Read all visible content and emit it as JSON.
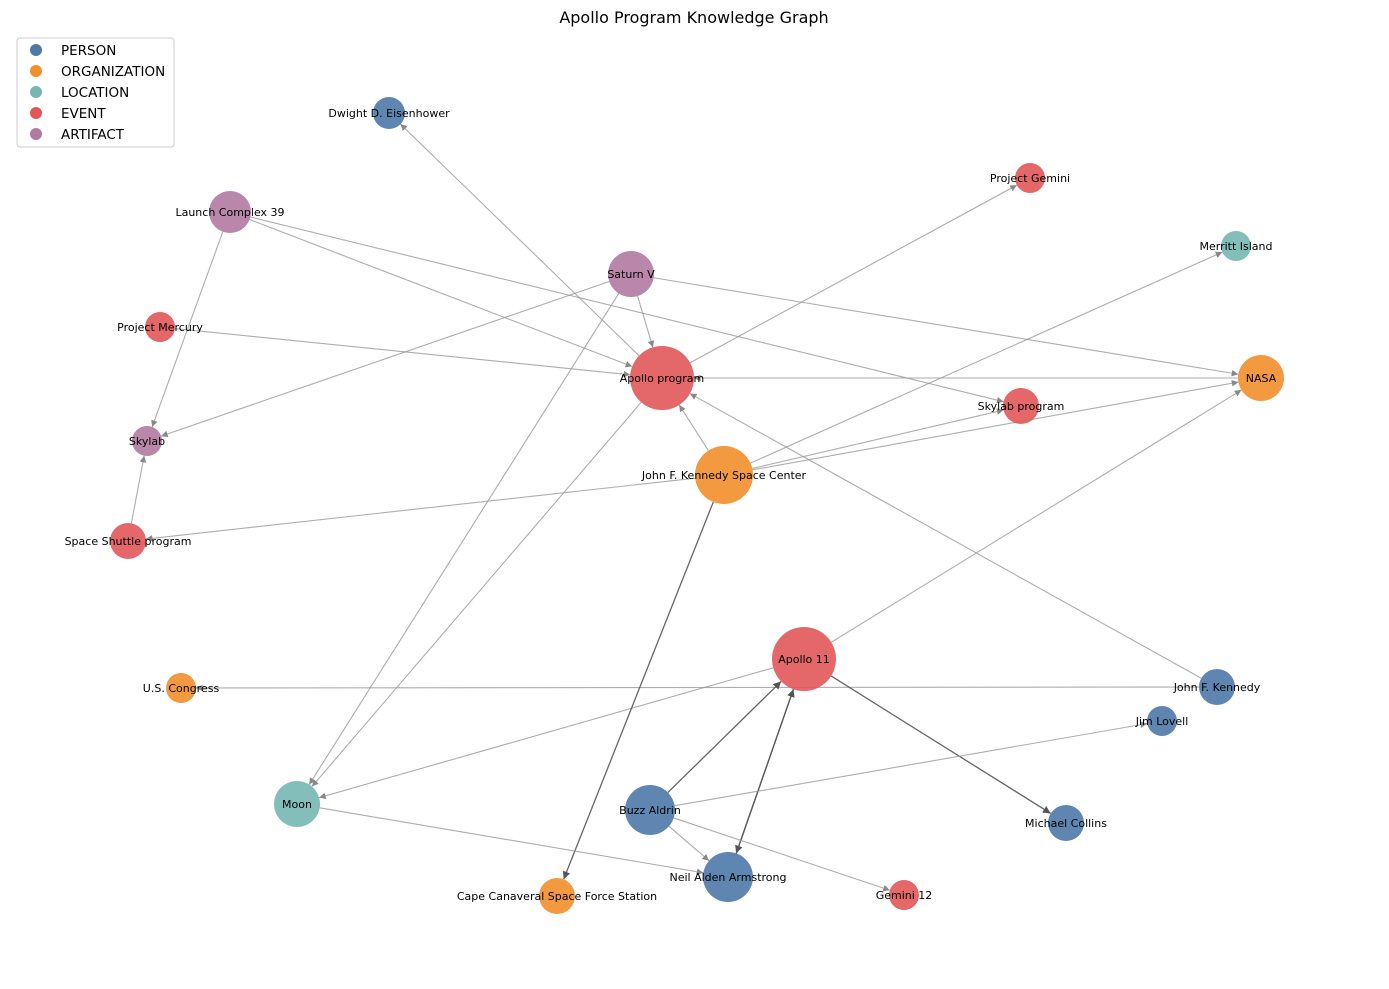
{
  "title": "Apollo Program Knowledge Graph",
  "colors": {
    "PERSON": "#4e79a7",
    "ORGANIZATION": "#f28e2b",
    "LOCATION": "#76b7b2",
    "EVENT": "#e15759",
    "ARTIFACT": "#b07aa1",
    "edge": "#999999",
    "edge_strong": "#555555"
  },
  "legend": [
    {
      "type": "PERSON",
      "label": "PERSON"
    },
    {
      "type": "ORGANIZATION",
      "label": "ORGANIZATION"
    },
    {
      "type": "LOCATION",
      "label": "LOCATION"
    },
    {
      "type": "EVENT",
      "label": "EVENT"
    },
    {
      "type": "ARTIFACT",
      "label": "ARTIFACT"
    }
  ],
  "nodes": [
    {
      "id": "eisenhower",
      "label": "Dwight D. Eisenhower",
      "type": "PERSON"
    },
    {
      "id": "gemini",
      "label": "Project Gemini",
      "type": "EVENT"
    },
    {
      "id": "lc39",
      "label": "Launch Complex 39",
      "type": "ARTIFACT"
    },
    {
      "id": "merritt",
      "label": "Merritt Island",
      "type": "LOCATION"
    },
    {
      "id": "saturnv",
      "label": "Saturn V",
      "type": "ARTIFACT"
    },
    {
      "id": "mercury",
      "label": "Project Mercury",
      "type": "EVENT"
    },
    {
      "id": "apollo",
      "label": "Apollo program",
      "type": "EVENT"
    },
    {
      "id": "nasa",
      "label": "NASA",
      "type": "ORGANIZATION"
    },
    {
      "id": "skylabprog",
      "label": "Skylab program",
      "type": "EVENT"
    },
    {
      "id": "skylab",
      "label": "Skylab",
      "type": "ARTIFACT"
    },
    {
      "id": "ksc",
      "label": "John F. Kennedy Space Center",
      "type": "ORGANIZATION"
    },
    {
      "id": "shuttle",
      "label": "Space Shuttle program",
      "type": "EVENT"
    },
    {
      "id": "apollo11",
      "label": "Apollo 11",
      "type": "EVENT"
    },
    {
      "id": "congress",
      "label": "U.S. Congress",
      "type": "ORGANIZATION"
    },
    {
      "id": "jfk",
      "label": "John F. Kennedy",
      "type": "PERSON"
    },
    {
      "id": "lovell",
      "label": "Jim Lovell",
      "type": "PERSON"
    },
    {
      "id": "moon",
      "label": "Moon",
      "type": "LOCATION"
    },
    {
      "id": "aldrin",
      "label": "Buzz Aldrin",
      "type": "PERSON"
    },
    {
      "id": "collins",
      "label": "Michael Collins",
      "type": "PERSON"
    },
    {
      "id": "armstrong",
      "label": "Neil Alden Armstrong",
      "type": "PERSON"
    },
    {
      "id": "capecanaveral",
      "label": "Cape Canaveral Space Force Station",
      "type": "ORGANIZATION"
    },
    {
      "id": "gemini12",
      "label": "Gemini 12",
      "type": "EVENT"
    }
  ],
  "edges": [
    {
      "from": "apollo",
      "to": "eisenhower"
    },
    {
      "from": "apollo",
      "to": "gemini"
    },
    {
      "from": "ksc",
      "to": "merritt"
    },
    {
      "from": "saturnv",
      "to": "apollo"
    },
    {
      "from": "mercury",
      "to": "apollo"
    },
    {
      "from": "nasa",
      "to": "apollo"
    },
    {
      "from": "lc39",
      "to": "apollo"
    },
    {
      "from": "lc39",
      "to": "skylabprog"
    },
    {
      "from": "lc39",
      "to": "skylab"
    },
    {
      "from": "saturnv",
      "to": "skylab"
    },
    {
      "from": "saturnv",
      "to": "nasa"
    },
    {
      "from": "saturnv",
      "to": "moon"
    },
    {
      "from": "apollo",
      "to": "moon"
    },
    {
      "from": "ksc",
      "to": "apollo"
    },
    {
      "from": "ksc",
      "to": "skylabprog"
    },
    {
      "from": "ksc",
      "to": "nasa"
    },
    {
      "from": "ksc",
      "to": "shuttle"
    },
    {
      "from": "shuttle",
      "to": "skylab"
    },
    {
      "from": "jfk",
      "to": "apollo"
    },
    {
      "from": "jfk",
      "to": "congress"
    },
    {
      "from": "apollo11",
      "to": "nasa"
    },
    {
      "from": "apollo11",
      "to": "moon"
    },
    {
      "from": "ksc",
      "to": "capecanaveral",
      "strong": true
    },
    {
      "from": "aldrin",
      "to": "apollo11",
      "strong": true
    },
    {
      "from": "armstrong",
      "to": "apollo11",
      "strong": true
    },
    {
      "from": "apollo11",
      "to": "armstrong",
      "strong": true
    },
    {
      "from": "apollo11",
      "to": "collins",
      "strong": true
    },
    {
      "from": "aldrin",
      "to": "lovell"
    },
    {
      "from": "aldrin",
      "to": "armstrong"
    },
    {
      "from": "aldrin",
      "to": "gemini12"
    },
    {
      "from": "moon",
      "to": "armstrong"
    }
  ]
}
